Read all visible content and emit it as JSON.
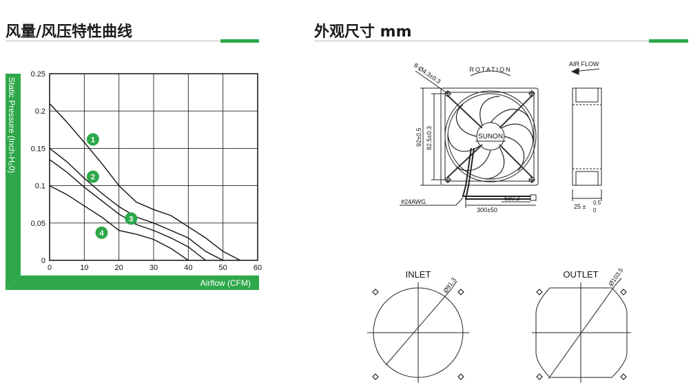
{
  "left_section": {
    "title": "风量/风压特性曲线"
  },
  "right_section": {
    "title": "外观尺寸 mm"
  },
  "chart_data": {
    "type": "line",
    "ylabel": "Static Pressure (Inch-H₂0)",
    "xlabel": "Airflow (CFM)",
    "xlim": [
      0,
      60
    ],
    "ylim": [
      0,
      0.25
    ],
    "x_ticks": [
      "0",
      "10",
      "20",
      "30",
      "40",
      "50",
      "60"
    ],
    "y_ticks": [
      "0",
      "0.05",
      "0.1",
      "0.15",
      "0.2",
      "0.25"
    ],
    "grid": true,
    "series": [
      {
        "name": "1",
        "points": [
          [
            0,
            0.21
          ],
          [
            5,
            0.185
          ],
          [
            10,
            0.158
          ],
          [
            15,
            0.13
          ],
          [
            20,
            0.1
          ],
          [
            25,
            0.078
          ],
          [
            30,
            0.068
          ],
          [
            35,
            0.06
          ],
          [
            40,
            0.045
          ],
          [
            45,
            0.03
          ],
          [
            50,
            0.012
          ],
          [
            55,
            0
          ]
        ]
      },
      {
        "name": "2",
        "points": [
          [
            0,
            0.15
          ],
          [
            5,
            0.132
          ],
          [
            10,
            0.11
          ],
          [
            15,
            0.09
          ],
          [
            20,
            0.072
          ],
          [
            25,
            0.058
          ],
          [
            30,
            0.05
          ],
          [
            35,
            0.04
          ],
          [
            40,
            0.03
          ],
          [
            45,
            0.012
          ],
          [
            50,
            0
          ]
        ]
      },
      {
        "name": "3",
        "points": [
          [
            0,
            0.135
          ],
          [
            5,
            0.118
          ],
          [
            10,
            0.098
          ],
          [
            15,
            0.08
          ],
          [
            20,
            0.062
          ],
          [
            25,
            0.048
          ],
          [
            30,
            0.04
          ],
          [
            35,
            0.03
          ],
          [
            40,
            0.018
          ],
          [
            45,
            0
          ]
        ]
      },
      {
        "name": "4",
        "points": [
          [
            0,
            0.1
          ],
          [
            5,
            0.088
          ],
          [
            10,
            0.073
          ],
          [
            15,
            0.058
          ],
          [
            20,
            0.04
          ],
          [
            25,
            0.035
          ],
          [
            30,
            0.028
          ],
          [
            35,
            0.016
          ],
          [
            40,
            0
          ]
        ]
      }
    ],
    "marker_color": "#2ea84a",
    "axis_band_color": "#2ea84a"
  },
  "drawing": {
    "top": {
      "hole_label": "8-Ø4.3±0.3",
      "rotation_label": "ROTATION",
      "airflow_label": "AIR FLOW",
      "dim_outer": "92±0.5",
      "dim_hole": "82.5±0.3",
      "brand": "SUNON",
      "wire_label": "#24AWG",
      "strip_label": "5±0.3",
      "lead_label": "300±50",
      "thickness_label": "25 ±",
      "thickness_tol_upper": "0.5",
      "thickness_tol_lower": "0"
    },
    "inlet": {
      "title": "INLET",
      "diameter": "Ø91.3"
    },
    "outlet": {
      "title": "OUTLET",
      "diameter": "Ø103.5"
    }
  }
}
